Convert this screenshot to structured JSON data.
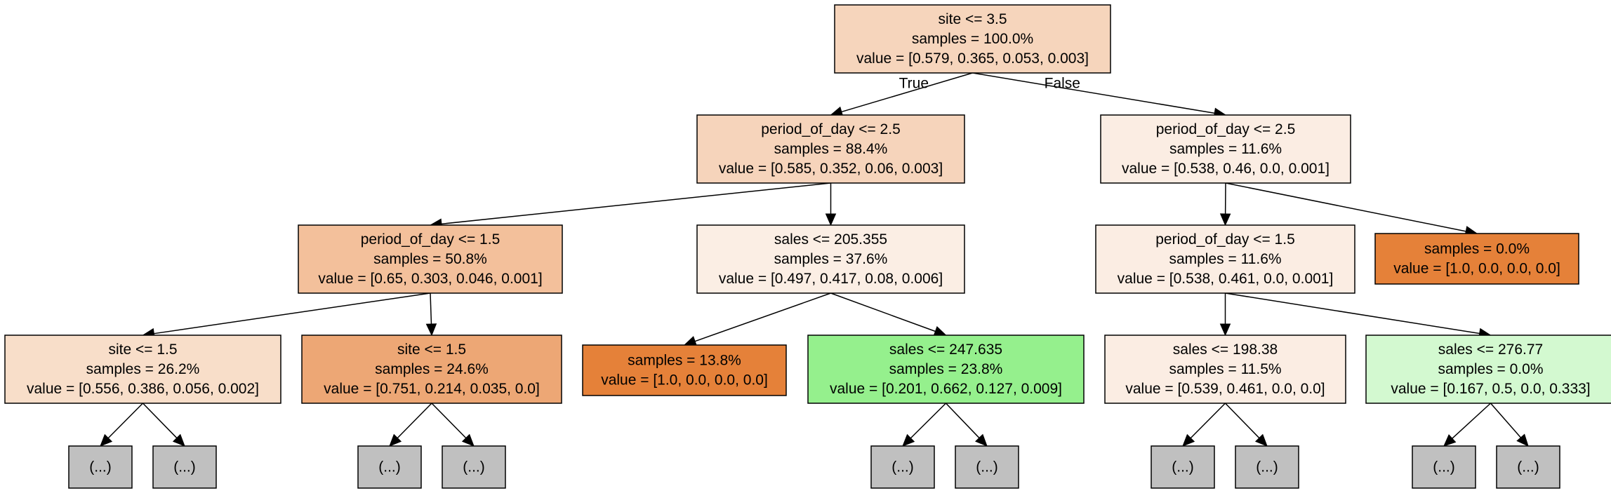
{
  "diagram": {
    "nodes": [
      {
        "id": "n0",
        "lines": [
          "site <= 3.5",
          "samples = 100.0%",
          "value = [0.579, 0.365, 0.053, 0.003]"
        ],
        "fill": "#f6d5bc"
      },
      {
        "id": "n1",
        "lines": [
          "period_of_day <= 2.5",
          "samples = 88.4%",
          "value = [0.585, 0.352, 0.06, 0.003]"
        ],
        "fill": "#f6d4bb"
      },
      {
        "id": "n2",
        "lines": [
          "period_of_day <= 2.5",
          "samples = 11.6%",
          "value = [0.538, 0.46, 0.0, 0.001]"
        ],
        "fill": "#fbede3"
      },
      {
        "id": "n3",
        "lines": [
          "period_of_day <= 1.5",
          "samples = 50.8%",
          "value = [0.65, 0.303, 0.046, 0.001]"
        ],
        "fill": "#f3c09b"
      },
      {
        "id": "n4",
        "lines": [
          "sales <= 205.355",
          "samples = 37.6%",
          "value = [0.497, 0.417, 0.08, 0.006]"
        ],
        "fill": "#fbeee4"
      },
      {
        "id": "n5",
        "lines": [
          "period_of_day <= 1.5",
          "samples = 11.6%",
          "value = [0.538, 0.461, 0.0, 0.001]"
        ],
        "fill": "#fbede3"
      },
      {
        "id": "n6",
        "lines": [
          "samples = 0.0%",
          "value = [1.0, 0.0, 0.0, 0.0]"
        ],
        "fill": "#e58139"
      },
      {
        "id": "n7",
        "lines": [
          "site <= 1.5",
          "samples = 26.2%",
          "value = [0.556, 0.386, 0.056, 0.002]"
        ],
        "fill": "#f8dec9"
      },
      {
        "id": "n8",
        "lines": [
          "site <= 1.5",
          "samples = 24.6%",
          "value = [0.751, 0.214, 0.035, 0.0]"
        ],
        "fill": "#eda775"
      },
      {
        "id": "n9",
        "lines": [
          "samples = 13.8%",
          "value = [1.0, 0.0, 0.0, 0.0]"
        ],
        "fill": "#e58139"
      },
      {
        "id": "n10",
        "lines": [
          "sales <= 247.635",
          "samples = 23.8%",
          "value = [0.201, 0.662, 0.127, 0.009]"
        ],
        "fill": "#95f08d"
      },
      {
        "id": "n11",
        "lines": [
          "sales <= 198.38",
          "samples = 11.5%",
          "value = [0.539, 0.461, 0.0, 0.0]"
        ],
        "fill": "#fbede3"
      },
      {
        "id": "n12",
        "lines": [
          "sales <= 276.77",
          "samples = 0.0%",
          "value = [0.167, 0.5, 0.0, 0.333]"
        ],
        "fill": "#d3f9d0"
      },
      {
        "id": "t1",
        "lines": [
          "(...)"
        ],
        "fill": "#c0c0c0"
      },
      {
        "id": "t2",
        "lines": [
          "(...)"
        ],
        "fill": "#c0c0c0"
      },
      {
        "id": "t3",
        "lines": [
          "(...)"
        ],
        "fill": "#c0c0c0"
      },
      {
        "id": "t4",
        "lines": [
          "(...)"
        ],
        "fill": "#c0c0c0"
      },
      {
        "id": "t5",
        "lines": [
          "(...)"
        ],
        "fill": "#c0c0c0"
      },
      {
        "id": "t6",
        "lines": [
          "(...)"
        ],
        "fill": "#c0c0c0"
      },
      {
        "id": "t7",
        "lines": [
          "(...)"
        ],
        "fill": "#c0c0c0"
      },
      {
        "id": "t8",
        "lines": [
          "(...)"
        ],
        "fill": "#c0c0c0"
      },
      {
        "id": "t9",
        "lines": [
          "(...)"
        ],
        "fill": "#c0c0c0"
      },
      {
        "id": "t10",
        "lines": [
          "(...)"
        ],
        "fill": "#c0c0c0"
      }
    ],
    "edges": [
      {
        "from": "n0",
        "to": "n1",
        "label": "True"
      },
      {
        "from": "n0",
        "to": "n2",
        "label": "False"
      },
      {
        "from": "n1",
        "to": "n3",
        "label": ""
      },
      {
        "from": "n1",
        "to": "n4",
        "label": ""
      },
      {
        "from": "n2",
        "to": "n5",
        "label": ""
      },
      {
        "from": "n2",
        "to": "n6",
        "label": ""
      },
      {
        "from": "n3",
        "to": "n7",
        "label": ""
      },
      {
        "from": "n3",
        "to": "n8",
        "label": ""
      },
      {
        "from": "n4",
        "to": "n9",
        "label": ""
      },
      {
        "from": "n4",
        "to": "n10",
        "label": ""
      },
      {
        "from": "n5",
        "to": "n11",
        "label": ""
      },
      {
        "from": "n5",
        "to": "n12",
        "label": ""
      },
      {
        "from": "n7",
        "to": "t1",
        "label": ""
      },
      {
        "from": "n7",
        "to": "t2",
        "label": ""
      },
      {
        "from": "n8",
        "to": "t3",
        "label": ""
      },
      {
        "from": "n8",
        "to": "t4",
        "label": ""
      },
      {
        "from": "n10",
        "to": "t5",
        "label": ""
      },
      {
        "from": "n10",
        "to": "t6",
        "label": ""
      },
      {
        "from": "n11",
        "to": "t7",
        "label": ""
      },
      {
        "from": "n11",
        "to": "t8",
        "label": ""
      },
      {
        "from": "n12",
        "to": "t9",
        "label": ""
      },
      {
        "from": "n12",
        "to": "t10",
        "label": ""
      }
    ]
  }
}
